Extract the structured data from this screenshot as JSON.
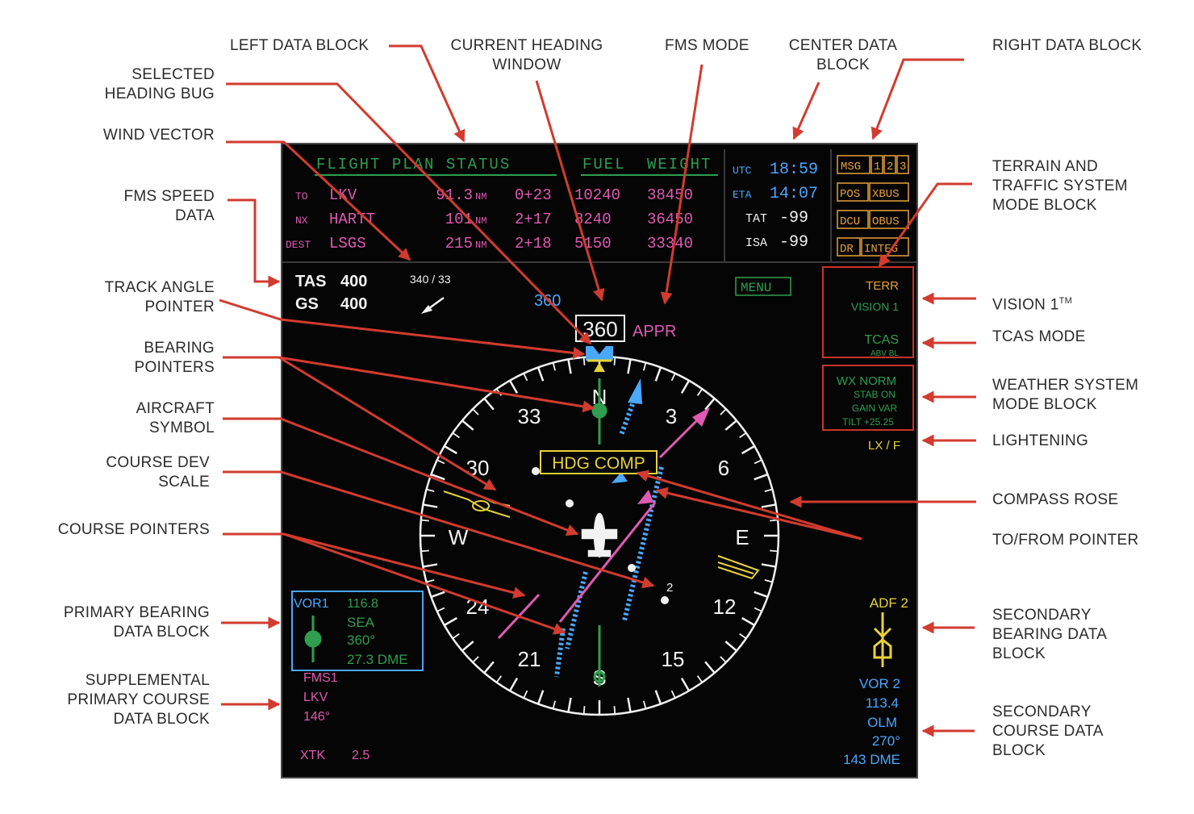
{
  "callouts": {
    "left_data_block": "LEFT DATA BLOCK",
    "current_heading_window": [
      "CURRENT HEADING",
      "WINDOW"
    ],
    "fms_mode": "FMS MODE",
    "center_data_block": [
      "CENTER DATA",
      "BLOCK"
    ],
    "right_data_block": "RIGHT DATA BLOCK",
    "selected_heading_bug": [
      "SELECTED",
      "HEADING BUG"
    ],
    "wind_vector": "WIND VECTOR",
    "fms_speed_data": [
      "FMS SPEED",
      "DATA"
    ],
    "track_angle_pointer": [
      "TRACK ANGLE",
      "POINTER"
    ],
    "bearing_pointers": [
      "BEARING",
      "POINTERS"
    ],
    "aircraft_symbol": [
      "AIRCRAFT",
      "SYMBOL"
    ],
    "course_dev_scale": [
      "COURSE DEV",
      "SCALE"
    ],
    "course_pointers": "COURSE POINTERS",
    "primary_bearing_data_block": [
      "PRIMARY BEARING",
      "DATA BLOCK"
    ],
    "supplemental_primary_course": [
      "SUPPLEMENTAL",
      "PRIMARY COURSE",
      "DATA BLOCK"
    ],
    "terrain_traffic_mode_block": [
      "TERRAIN AND",
      "TRAFFIC SYSTEM",
      "MODE BLOCK"
    ],
    "vision1": "VISION 1",
    "vision1_tm": "TM",
    "tcas_mode": "TCAS MODE",
    "weather_system_mode_block": [
      "WEATHER SYSTEM",
      "MODE BLOCK"
    ],
    "lightening": "LIGHTENING",
    "compass_rose": "COMPASS ROSE",
    "to_from_pointer": "TO/FROM POINTER",
    "secondary_bearing_data_block": [
      "SECONDARY",
      "BEARING DATA",
      "BLOCK"
    ],
    "secondary_course_data_block": [
      "SECONDARY",
      "COURSE DATA",
      "BLOCK"
    ]
  },
  "display": {
    "flight_plan": {
      "header": "FLIGHT PLAN STATUS",
      "fuel_header": "FUEL",
      "weight_header": "WEIGHT",
      "rows": [
        {
          "label": "TO",
          "wpt": "LKV",
          "dist": "91.3",
          "unit": "NM",
          "time": "0+23",
          "fuel": "10240",
          "weight": "38450"
        },
        {
          "label": "NX",
          "wpt": "HARTT",
          "dist": "101",
          "unit": "NM",
          "time": "2+17",
          "fuel": "8240",
          "weight": "36450"
        },
        {
          "label": "DEST",
          "wpt": "LSGS",
          "dist": "215",
          "unit": "NM",
          "time": "2+18",
          "fuel": "5150",
          "weight": "33340"
        }
      ]
    },
    "center": {
      "utc_label": "UTC",
      "utc": "18:59",
      "eta_label": "ETA",
      "eta": "14:07",
      "tat_label": "TAT",
      "tat": "-99",
      "isa_label": "ISA",
      "isa": "-99"
    },
    "right_buttons": [
      [
        "MSG",
        "1",
        "2",
        "3"
      ],
      [
        "POS",
        "XBUS"
      ],
      [
        "DCU",
        "OBUS"
      ],
      [
        "DR",
        "INTEG"
      ]
    ],
    "speed": {
      "tas_label": "TAS",
      "tas": "400",
      "gs_label": "GS",
      "gs": "400"
    },
    "wind": "340 / 33",
    "selected_heading": "360",
    "current_heading": "360",
    "fms_mode": "APPR",
    "menu": "MENU",
    "terrain_block": {
      "terr": "TERR",
      "vision": "VISION 1",
      "tcas": "TCAS",
      "tcas_sub": "ABV BL"
    },
    "wx_block": {
      "line1": "WX NORM",
      "line2": "STAB ON",
      "line3": "GAIN VAR",
      "line4": "TILT +25.25"
    },
    "lightning": "LX / F",
    "hdg_comp": "HDG COMP",
    "compass_labels": {
      "n": "N",
      "l3": "3",
      "l6": "6",
      "e": "E",
      "l12": "12",
      "l15": "15",
      "s": "S",
      "l21": "21",
      "l24": "24",
      "w": "W",
      "l30": "30",
      "l33": "33"
    },
    "primary_bearing": {
      "source": "VOR1",
      "freq": "116.8",
      "id": "SEA",
      "brg": "360°",
      "dme": "27.3 DME"
    },
    "supplemental": {
      "source": "FMS1",
      "wpt": "LKV",
      "crs": "146°",
      "xtk_label": "XTK",
      "xtk": "2.5"
    },
    "secondary_bearing": {
      "source": "ADF 2"
    },
    "secondary_course": {
      "source": "VOR 2",
      "freq": "113.4",
      "id": "OLM",
      "crs": "270°",
      "dme": "143 DME"
    }
  },
  "colors": {
    "arrow": "#d23b2f",
    "fpl_green": "#2f9e4f",
    "magenta": "#e05ab4",
    "cyan": "#4aa8ff",
    "yellow": "#e7d23a",
    "white": "#f2f2f2"
  }
}
